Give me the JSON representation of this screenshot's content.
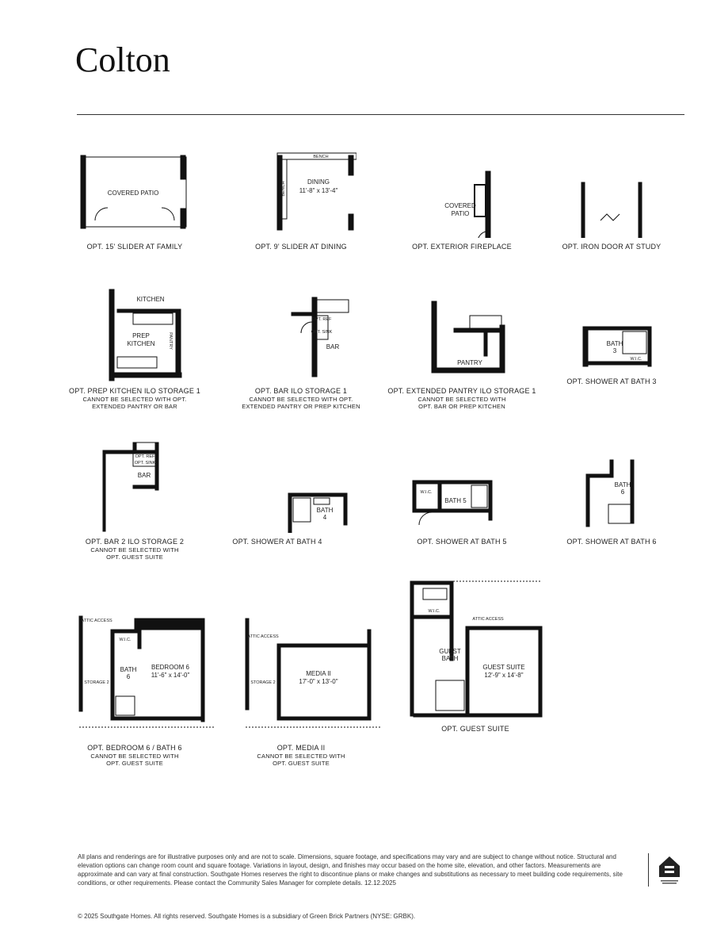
{
  "title": "Colton",
  "options": [
    {
      "caption": "OPT. 15' SLIDER AT FAMILY",
      "note": "",
      "labels": [
        "COVERED PATIO"
      ]
    },
    {
      "caption": "OPT. 9' SLIDER AT DINING",
      "note": "",
      "labels": [
        "DINING",
        "11'-8\" x 13'-4\"",
        "BENCH",
        "BENCH"
      ]
    },
    {
      "caption": "OPT. EXTERIOR FIREPLACE",
      "note": "",
      "labels": [
        "COVERED",
        "PATIO"
      ]
    },
    {
      "caption": "OPT. IRON DOOR AT STUDY",
      "note": "",
      "labels": []
    },
    {
      "caption": "OPT. PREP KITCHEN ILO STORAGE 1",
      "note": "CANNOT BE SELECTED WITH OPT. EXTENDED PANTRY OR BAR",
      "labels": [
        "KITCHEN",
        "PREP",
        "KITCHEN",
        "PANTRY"
      ]
    },
    {
      "caption": "OPT. BAR ILO STORAGE 1",
      "note": "CANNOT BE SELECTED WITH OPT. EXTENDED PANTRY OR PREP KITCHEN",
      "labels": [
        "OPT. REF",
        "OPT. SINK",
        "BAR"
      ]
    },
    {
      "caption": "OPT. EXTENDED PANTRY ILO STORAGE 1",
      "note": "CANNOT BE SELECTED WITH OPT. BAR OR PREP KITCHEN",
      "labels": [
        "PANTRY"
      ]
    },
    {
      "caption": "OPT. SHOWER AT BATH 3",
      "note": "",
      "labels": [
        "BATH",
        "3",
        "W.I.C."
      ]
    },
    {
      "caption": "OPT. BAR 2 ILO STORAGE 2",
      "note": "CANNOT BE SELECTED WITH OPT. GUEST SUITE",
      "labels": [
        "OPT. REF",
        "OPT. SINK",
        "BAR"
      ]
    },
    {
      "caption": "OPT. SHOWER AT BATH 4",
      "note": "",
      "labels": [
        "BATH",
        "4"
      ]
    },
    {
      "caption": "OPT. SHOWER AT BATH 5",
      "note": "",
      "labels": [
        "W.I.C.",
        "BATH 5"
      ]
    },
    {
      "caption": "OPT. SHOWER AT BATH 6",
      "note": "",
      "labels": [
        "BATH",
        "6"
      ]
    },
    {
      "caption": "OPT. BEDROOM 6 / BATH 6",
      "note": "CANNOT BE SELECTED WITH OPT. GUEST SUITE",
      "labels": [
        "ATTIC ACCESS",
        "W.I.C.",
        "BATH",
        "6",
        "BEDROOM 6",
        "11'-6\" x 14'-0\"",
        "STORAGE 2"
      ]
    },
    {
      "caption": "OPT. MEDIA II",
      "note": "CANNOT BE SELECTED WITH OPT. GUEST SUITE",
      "labels": [
        "ATTIC ACCESS",
        "MEDIA II",
        "17'-0\" x 13'-0\"",
        "STORAGE 2"
      ]
    },
    {
      "caption": "OPT. GUEST SUITE",
      "note": "",
      "labels": [
        "W.I.C.",
        "ATTIC ACCESS",
        "GUEST",
        "BATH",
        "GUEST SUITE",
        "12'-9\" x 14'-8\""
      ]
    }
  ],
  "footer": {
    "disclaimer": "All plans and renderings are for illustrative purposes only and are not to scale. Dimensions, square footage, and specifications may vary and are subject to change without notice. Structural and elevation options can change room count and square footage. Variations in layout, design, and finishes may occur based on the home site, elevation, and other factors. Measurements are approximate and can vary at final construction. Southgate Homes reserves the right to discontinue plans or make changes and substitutions as necessary to meet building code requirements, site conditions, or other requirements. Please contact the Community Sales Manager for complete details. 12.12.2025",
    "copyright": "© 2025 Southgate Homes. All rights reserved. Southgate Homes is a subsidiary of Green Brick Partners (NYSE: GRBK).",
    "logo_text": "EQUAL HOUSING OPPORTUNITY"
  }
}
